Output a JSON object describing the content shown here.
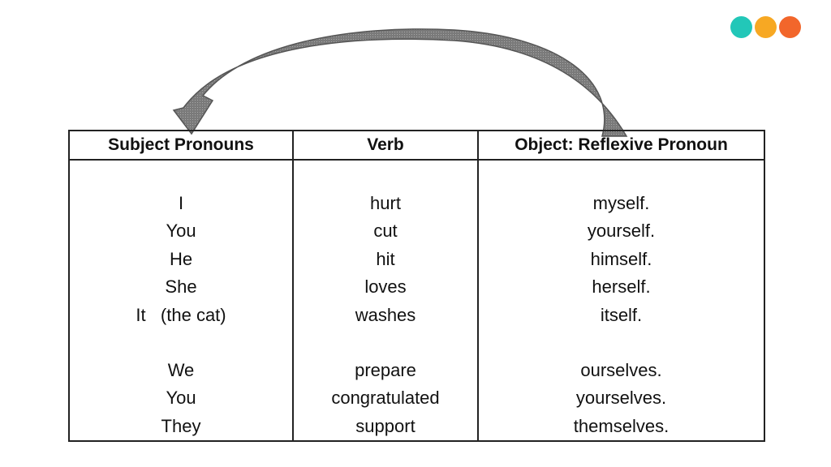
{
  "colors": {
    "dot_teal": "#22c7b8",
    "dot_orange": "#f7a823",
    "dot_red": "#f2662b",
    "arrow": "#6f6f6f",
    "border": "#222222"
  },
  "icons": [
    "curved-arrow-icon"
  ],
  "table": {
    "headers": [
      "Subject Pronouns",
      "Verb",
      "Object: Reflexive Pronoun"
    ],
    "columns": {
      "subjects": [
        "I",
        "You",
        "He",
        "She",
        "It   (the cat)",
        "We",
        "You",
        "They"
      ],
      "verbs": [
        "hurt",
        "cut",
        "hit",
        "loves",
        "washes",
        "prepare",
        "congratulated",
        "support"
      ],
      "reflexives": [
        "myself.",
        "yourself.",
        "himself.",
        "herself.",
        "itself.",
        "ourselves.",
        "yourselves.",
        "themselves."
      ]
    }
  }
}
